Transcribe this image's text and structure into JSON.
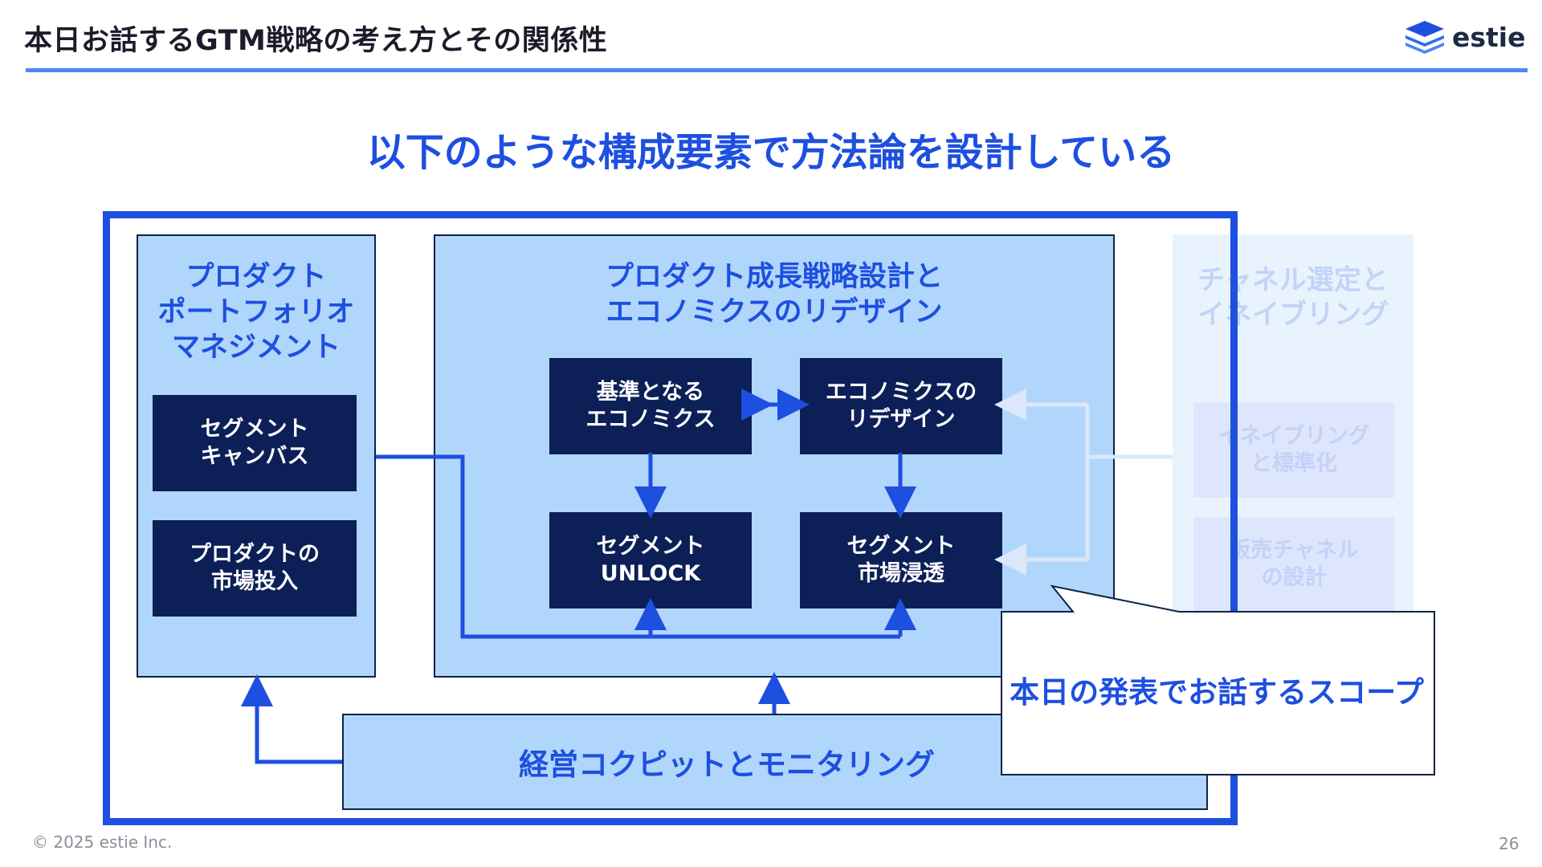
{
  "header": {
    "title": "本日お話するGTM戦略の考え方とその関係性",
    "logo_text": "estie"
  },
  "headline": "以下のような構成要素で方法論を設計している",
  "left_panel": {
    "title_lines": [
      "プロダクト",
      "ポートフォリオ",
      "マネジメント"
    ],
    "boxes": [
      {
        "lines": [
          "セグメント",
          "キャンバス"
        ]
      },
      {
        "lines": [
          "プロダクトの",
          "市場投入"
        ]
      }
    ]
  },
  "middle_panel": {
    "title_lines": [
      "プロダクト成長戦略設計と",
      "エコノミクスのリデザイン"
    ],
    "boxes": [
      {
        "lines": [
          "基準となる",
          "エコノミクス"
        ]
      },
      {
        "lines": [
          "エコノミクスの",
          "リデザイン"
        ]
      },
      {
        "lines": [
          "セグメント",
          "UNLOCK"
        ]
      },
      {
        "lines": [
          "セグメント",
          "市場浸透"
        ]
      }
    ]
  },
  "right_panel": {
    "title_lines": [
      "チャネル選定と",
      "イネイブリング"
    ],
    "boxes": [
      {
        "lines": [
          "イネイブリング",
          "と標準化"
        ]
      },
      {
        "lines": [
          "販売チャネル",
          "の設計"
        ]
      }
    ]
  },
  "bottom_panel": {
    "label": "経営コクピットとモニタリング"
  },
  "callout": {
    "label": "本日の発表でお話するスコープ"
  },
  "footer": {
    "copyright": "© 2025 estie Inc.",
    "page": "26"
  },
  "colors": {
    "accent": "#1d4fe0",
    "panel_fill": "#b1d6fb",
    "dark_box": "#0c1f57",
    "header_rule": "#4d86f2"
  }
}
